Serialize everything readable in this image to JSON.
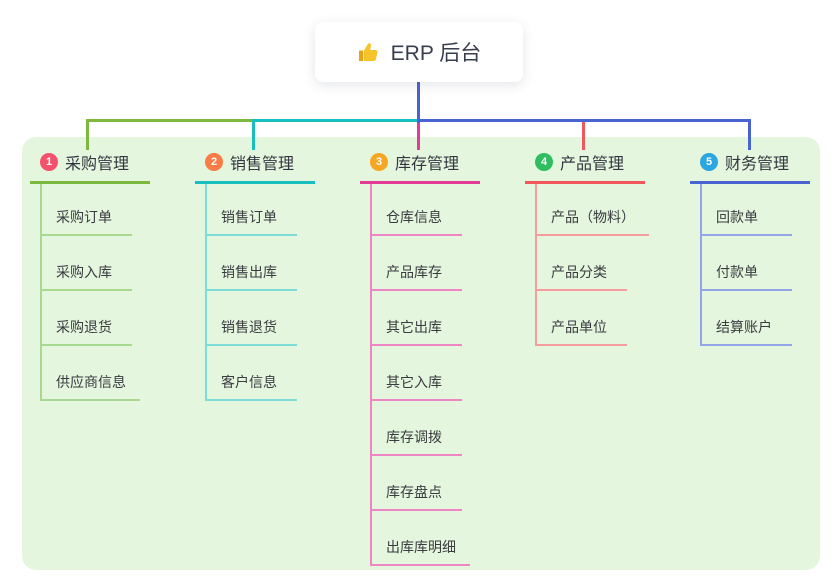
{
  "root": {
    "title": "ERP 后台",
    "icon": "thumbs-up",
    "stem_color": "#4963d2",
    "thumb_color": "#f7c32a",
    "thumb_dark": "#e8a416"
  },
  "panel_bg": "#e4f6de",
  "branches": [
    {
      "index": "1",
      "label": "采购管理",
      "badge_color": "#f4516c",
      "line_color": "#7cb93e",
      "line_light": "#a9d88f",
      "children": [
        "采购订单",
        "采购入库",
        "采购退货",
        "供应商信息"
      ]
    },
    {
      "index": "2",
      "label": "销售管理",
      "badge_color": "#f97b45",
      "line_color": "#17c0be",
      "line_light": "#7edcd6",
      "children": [
        "销售订单",
        "销售出库",
        "销售退货",
        "客户信息"
      ]
    },
    {
      "index": "3",
      "label": "库存管理",
      "badge_color": "#f6a623",
      "line_color": "#e23c96",
      "line_light": "#ef86c4",
      "children": [
        "仓库信息",
        "产品库存",
        "其它出库",
        "其它入库",
        "库存调拨",
        "库存盘点",
        "出库库明细"
      ]
    },
    {
      "index": "4",
      "label": "产品管理",
      "badge_color": "#2ebe60",
      "line_color": "#f0575c",
      "line_light": "#f59c9e",
      "children": [
        "产品（物料）",
        "产品分类",
        "产品单位"
      ]
    },
    {
      "index": "5",
      "label": "财务管理",
      "badge_color": "#2ba6e0",
      "line_color": "#4963d2",
      "line_light": "#92a5e6",
      "children": [
        "回款单",
        "付款单",
        "结算账户"
      ]
    }
  ]
}
